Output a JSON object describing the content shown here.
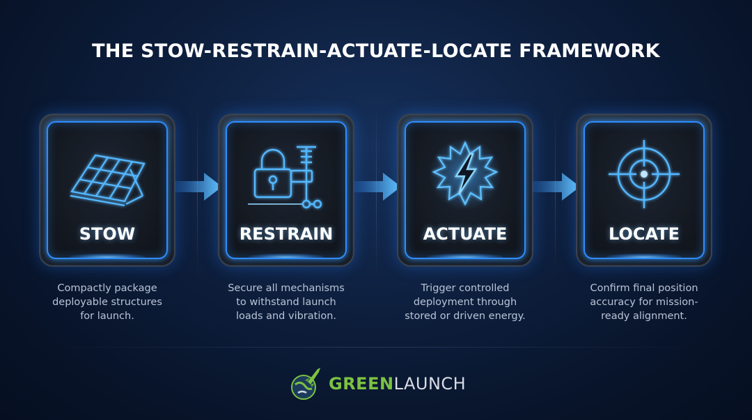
{
  "title": "THE STOW-RESTRAIN-ACTUATE-LOCATE FRAMEWORK",
  "steps": [
    {
      "label": "STOW",
      "icon": "solar-panel-icon",
      "desc": [
        "Compactly package",
        "deployable structures",
        "for launch."
      ]
    },
    {
      "label": "RESTRAIN",
      "icon": "padlock-clamp-icon",
      "desc": [
        "Secure all mechanisms",
        "to withstand launch",
        "loads and vibration."
      ]
    },
    {
      "label": "ACTUATE",
      "icon": "lightning-burst-icon",
      "desc": [
        "Trigger controlled",
        "deployment through",
        "stored or driven energy."
      ]
    },
    {
      "label": "LOCATE",
      "icon": "crosshair-target-icon",
      "desc": [
        "Confirm final position",
        "accuracy for mission-",
        "ready alignment."
      ]
    }
  ],
  "logo": {
    "part1": "GREEN",
    "part2": "LAUNCH",
    "icon": "rocket-globe-icon"
  },
  "colors": {
    "accent": "#2f8dff",
    "brand_green": "#7cc242",
    "background": "#0d1e3c"
  }
}
